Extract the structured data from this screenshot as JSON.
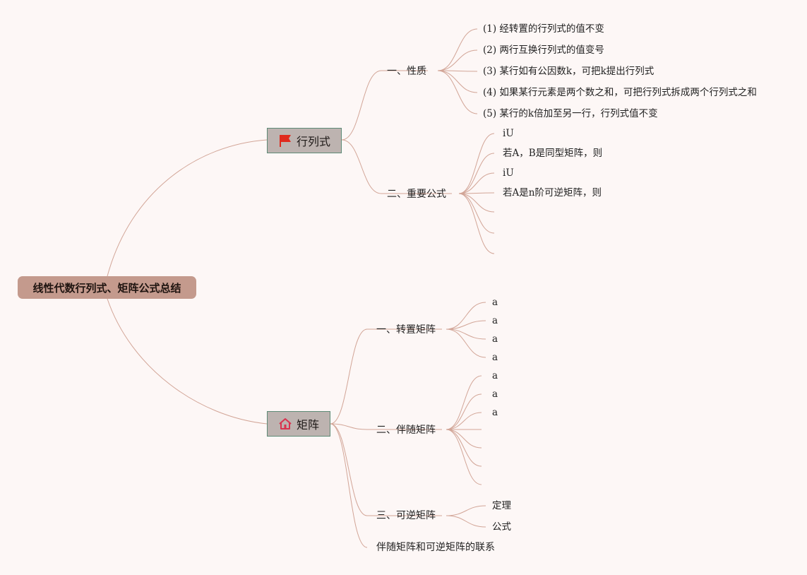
{
  "root": {
    "label": "线性代数行列式、矩阵公式总结"
  },
  "branches": [
    {
      "label": "行列式",
      "icon": "flag-icon",
      "sections": [
        {
          "label": "一、性质",
          "items": [
            "(1) 经转置的行列式的值不变",
            "(2) 两行互换行列式的值变号",
            "(3) 某行如有公因数k，可把k提出行列式",
            "(4) 如果某行元素是两个数之和，可把行列式拆成两个行列式之和",
            "(5) 某行的k倍加至另一行，行列式值不变"
          ]
        },
        {
          "label": "二、重要公式",
          "items": [
            "iU",
            "若A，B是同型矩阵，则",
            "iU",
            "若A是n阶可逆矩阵，则",
            "",
            "",
            ""
          ]
        }
      ]
    },
    {
      "label": "矩阵",
      "icon": "house-icon",
      "sections": [
        {
          "label": "一、转置矩阵",
          "items": [
            "a",
            "a",
            "a",
            "a"
          ]
        },
        {
          "label": "二、伴随矩阵",
          "items": [
            "a",
            "a",
            "a",
            "",
            "",
            "",
            ""
          ]
        },
        {
          "label": "三、可逆矩阵",
          "items": [
            "定理",
            "公式"
          ]
        },
        {
          "label": "伴随矩阵和可逆矩阵的联系",
          "items": []
        }
      ]
    }
  ],
  "colors": {
    "background": "#fdf7f6",
    "root_fill": "#c49a8d",
    "branch_fill": "#bdb3b0",
    "branch_border": "#5e8a76",
    "link": "#d2a597",
    "flag": "#e02a1e",
    "house": "#d8334f"
  }
}
